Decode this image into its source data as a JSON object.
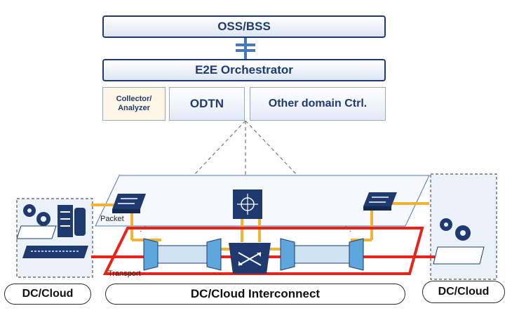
{
  "oss_bss": "OSS/BSS",
  "orchestrator": "E2E Orchestrator",
  "controllers": {
    "collector": "Collector/\nAnalyzer",
    "odtn": "ODTN",
    "other": "Other domain Ctrl."
  },
  "layers": {
    "packet": "Packet",
    "transport": "Transport"
  },
  "bottom": {
    "left": "DC/Cloud",
    "center": "DC/Cloud Interconnect",
    "right": "DC/Cloud"
  },
  "colors": {
    "navy": "#1f3a6e",
    "orange": "#f2b233",
    "red": "#e8231a",
    "cyan": "#4fa3d8"
  }
}
